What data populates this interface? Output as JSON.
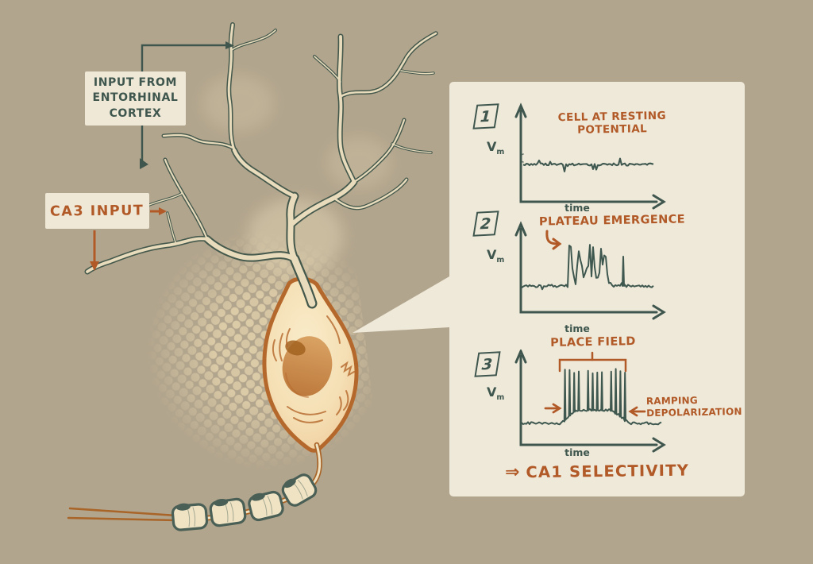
{
  "illustration": {
    "entorhinal_label": "INPUT FROM\nENTORHINAL\nCORTEX",
    "ca3_label": "CA3 INPUT"
  },
  "panel": {
    "steps": [
      {
        "number": "1",
        "title": "CELL AT RESTING\nPOTENTIAL",
        "y_label": {
          "base": "V",
          "sub": "m"
        },
        "x_label": "time"
      },
      {
        "number": "2",
        "title": "PLATEAU EMERGENCE",
        "y_label": {
          "base": "V",
          "sub": "m"
        },
        "x_label": "time"
      },
      {
        "number": "3",
        "title": "PLACE FIELD",
        "annotation": "RAMPING\nDEPOLARIZATION",
        "y_label": {
          "base": "V",
          "sub": "m"
        },
        "x_label": "time"
      }
    ],
    "conclusion_arrow": "⇒",
    "conclusion": "CA1 SELECTIVITY"
  },
  "chart_data": [
    {
      "type": "line",
      "panel": 1,
      "title": "CELL AT RESTING POTENTIAL",
      "xlabel": "time",
      "ylabel": "Vm",
      "description": "Flat noisy membrane-potential baseline with small synaptic blips",
      "noise_amp_frac": 0.03,
      "blip_prob": 0.12
    },
    {
      "type": "line",
      "panel": 2,
      "title": "PLATEAU EMERGENCE",
      "xlabel": "time",
      "ylabel": "Vm",
      "description": "Baseline, then a sustained depolarized plateau with fast spikes, return to baseline with one late isolated spike",
      "plateau_start_frac": 0.36,
      "plateau_end_frac": 0.68,
      "late_spike_frac": 0.77
    },
    {
      "type": "line",
      "panel": 3,
      "title": "PLACE FIELD",
      "xlabel": "time",
      "ylabel": "Vm",
      "description": "Ramping depolarization into a place field with clustered action potentials, then ramp down",
      "ramp_start_frac": 0.26,
      "field_start_frac": 0.31,
      "field_end_frac": 0.74,
      "ramp_end_frac": 0.8,
      "n_spikes": 14
    }
  ],
  "colors": {
    "background": "#b2a58d",
    "panel_background": "#efe9da",
    "ink_teal": "#3e564d",
    "ink_orange": "#b15a27",
    "branch_fill": "#e8dcbc",
    "soma_fill": "#f5dfb4",
    "soma_outline": "#b5682c",
    "nucleus": "#bd7a3c",
    "myelin_fill": "#efe3c4"
  }
}
